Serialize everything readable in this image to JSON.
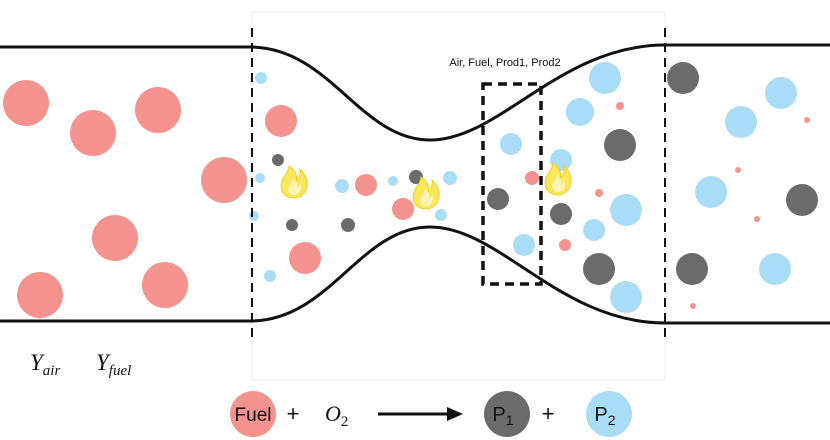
{
  "colors": {
    "fuel": "#f4928d",
    "product1": "#6b6b6b",
    "product2": "#a9dcf7",
    "wall": "#111111",
    "flame": "#f9e75a",
    "flame_outline": "#f2cf1e"
  },
  "box_label": "Air, Fuel, Prod1, Prod2",
  "mass_fraction_labels": [
    {
      "base": "Y",
      "sub": "air"
    },
    {
      "base": "Y",
      "sub": "fuel"
    }
  ],
  "equation": {
    "fuel_label": "Fuel",
    "plus_1": "+",
    "oxygen_base": "O",
    "oxygen_sub": "2",
    "arrow": "→",
    "p1_base": "P",
    "p1_sub": "1",
    "plus_2": "+",
    "p2_base": "P",
    "p2_sub": "2"
  }
}
